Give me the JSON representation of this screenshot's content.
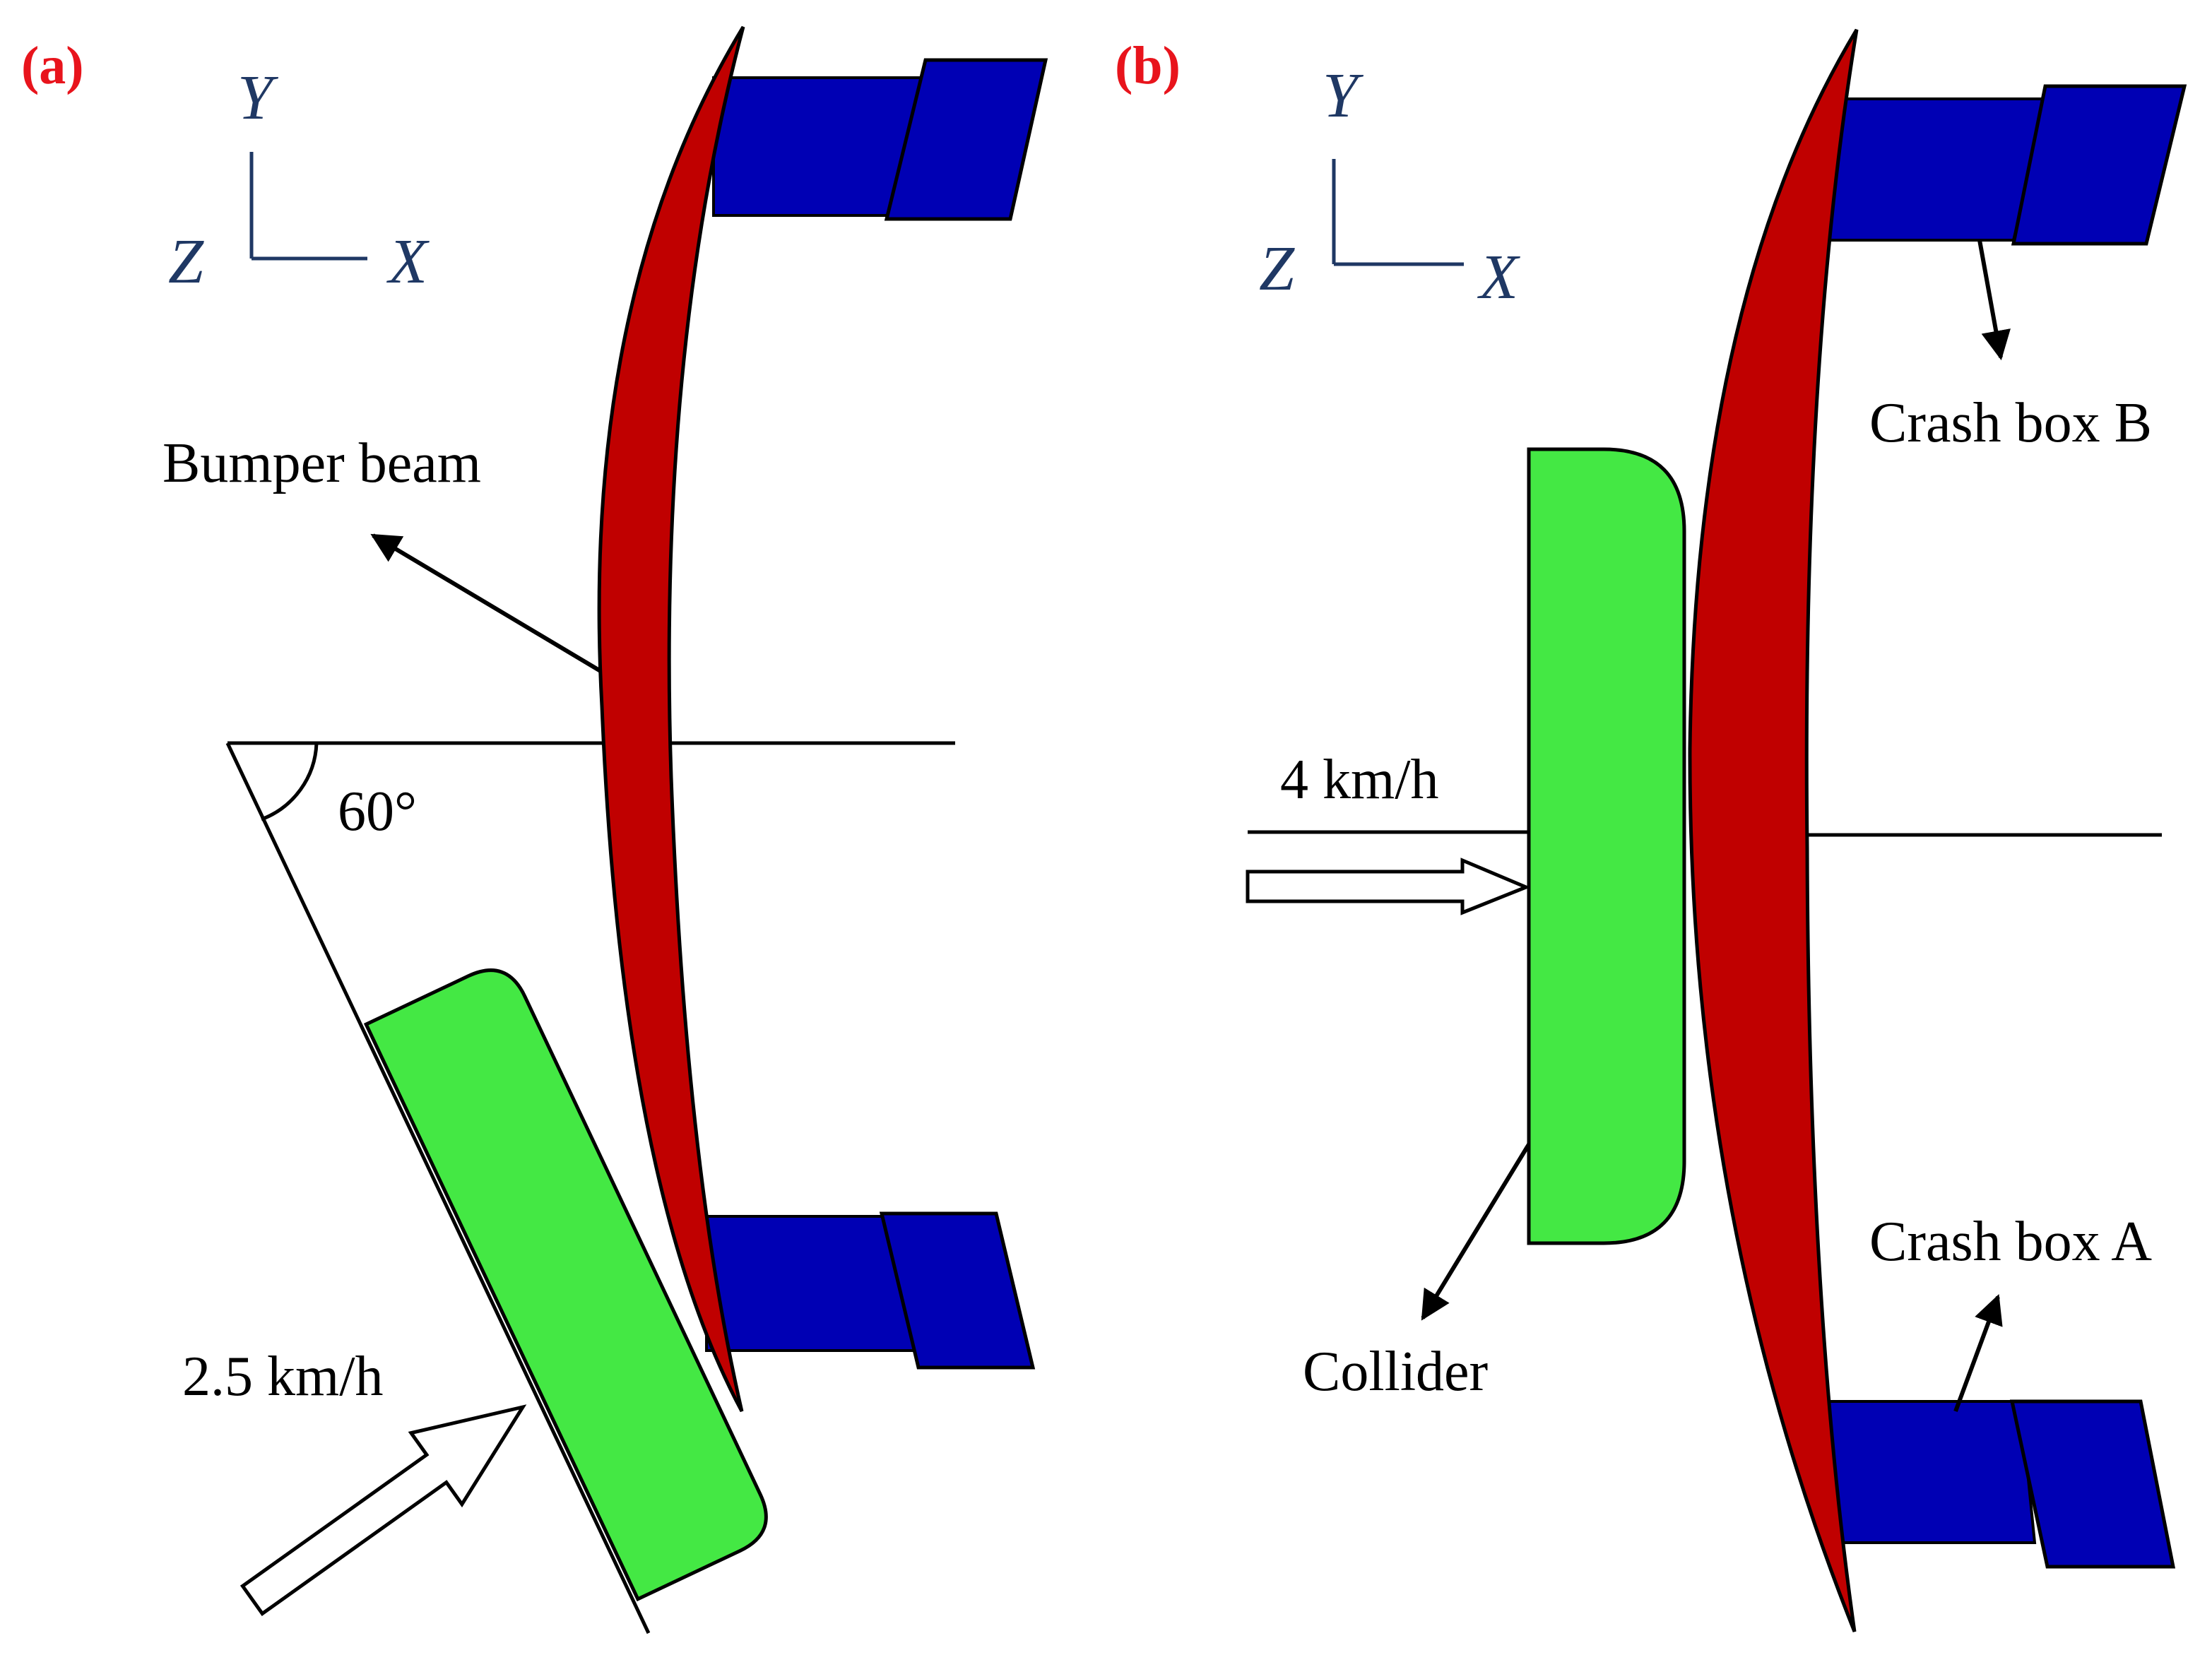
{
  "colors": {
    "panel_label": "#e8141c",
    "axis_text": "#1f3864",
    "bumper_beam": "#c00000",
    "crash_box": "#0000b4",
    "collider": "#44e844",
    "line": "#000000"
  },
  "panel_a": {
    "label": "(a)",
    "axes": {
      "y": "Y",
      "z": "Z",
      "x": "X"
    },
    "bumper_beam_label": "Bumper beam",
    "angle_label": "60°",
    "velocity_label": "2.5 km/h"
  },
  "panel_b": {
    "label": "(b)",
    "axes": {
      "y": "Y",
      "z": "Z",
      "x": "X"
    },
    "velocity_label": "4 km/h",
    "crash_box_b_label": "Crash box B",
    "crash_box_a_label": "Crash box A",
    "collider_label": "Collider"
  }
}
